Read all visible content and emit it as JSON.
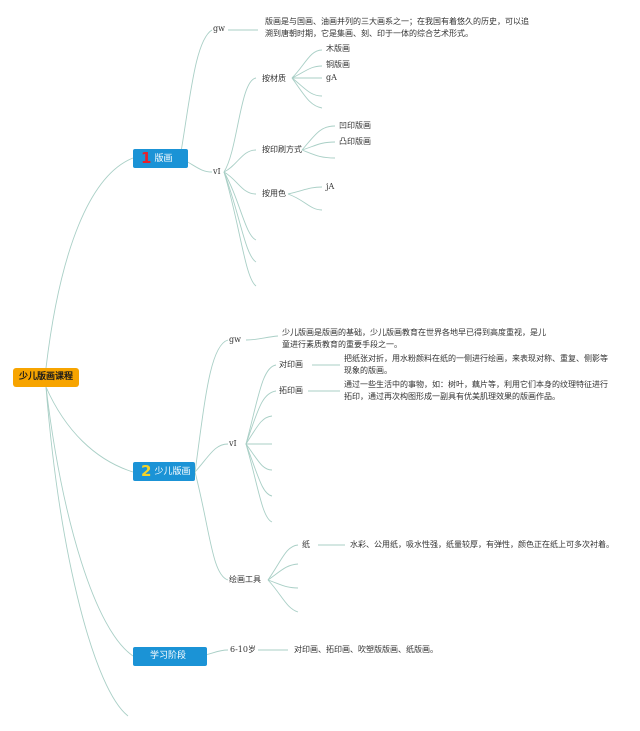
{
  "root": {
    "label": "少儿版画课程"
  },
  "colors": {
    "root_fill": "#f7a400",
    "branch_fill": "#1b93d6",
    "line": "#a9cfc6",
    "num1": "#e8202a",
    "num2": "#f5d327"
  },
  "branch1": {
    "number": "1",
    "label": "版画",
    "gw": "gw",
    "gw_text": "版画是与国画、油画并列的三大画系之一；在我国有着悠久的历史，可以追溯到唐朝时期，它是集画、刻、印于一体的综合艺术形式。",
    "vi": "vI",
    "by_material": "按材质",
    "materials": [
      "木版画",
      "铜版画",
      "gA"
    ],
    "by_print": "按印刷方式",
    "print_methods": [
      "凹印版画",
      "凸印版画"
    ],
    "by_color": "按用色",
    "color_child": "jA"
  },
  "branch2": {
    "number": "2",
    "label": "少儿版画",
    "gw": "gw",
    "gw_text": "少儿版画是版画的基础，少儿版画教育在世界各地早已得到高度重视，是儿童进行素质教育的重要手段之一。",
    "vi": "vI",
    "duiyin": "对印画",
    "duiyin_text": "把纸张对折，用水粉颜料在纸的一侧进行绘画，来表现对称、重复、侧影等现象的版画。",
    "tayin": "拓印画",
    "tayin_text": "通过一些生活中的事物，如：树叶，藕片等，利用它们本身的纹理特征进行拓印，通过再次构图形成一副具有优美肌理效果的版画作品。",
    "tools": "绘画工具",
    "paper": "纸",
    "paper_text": "水彩、公用纸，吸水性强，纸量较厚，有弹性，颜色正在纸上可多次衬着。"
  },
  "branch3": {
    "label": "学习阶段",
    "age": "6-10岁",
    "age_text": "对印画、拓印画、吹塑版版画、纸版画。"
  }
}
